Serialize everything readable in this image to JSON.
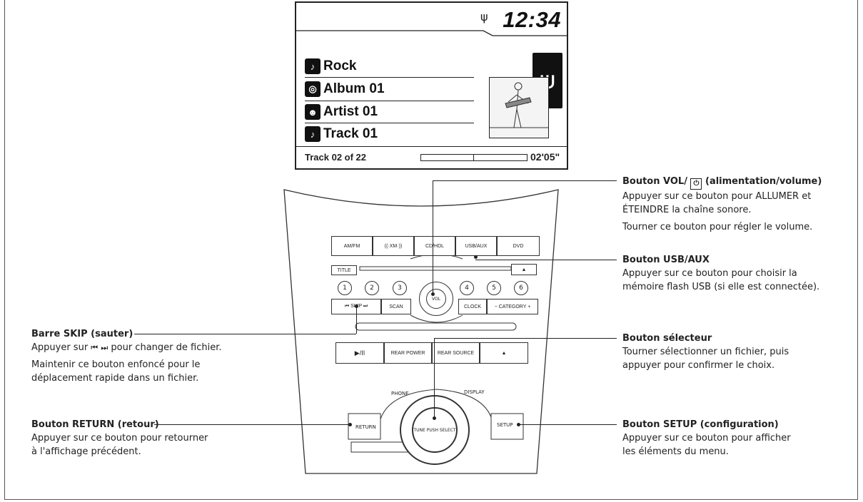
{
  "screen": {
    "clock": "12:34",
    "rows": [
      {
        "icon": "guitar-icon",
        "glyph": "♪",
        "label": "Rock"
      },
      {
        "icon": "album-icon",
        "glyph": "◎",
        "label": "Album 01"
      },
      {
        "icon": "artist-icon",
        "glyph": "☻",
        "label": "Artist 01"
      },
      {
        "icon": "music-note-icon",
        "glyph": "♪",
        "label": "Track 01"
      }
    ],
    "track_info": "Track 02 of 22",
    "track_time": "02'05\""
  },
  "console": {
    "source_buttons": [
      "AM/FM",
      "((·XM·))",
      "CD/HDL",
      "USB/AUX",
      "DVD"
    ],
    "title_label": "TITLE",
    "presets": [
      "1",
      "2",
      "3",
      "4",
      "5",
      "6"
    ],
    "skip_label": "⏮ SKIP ⏭",
    "scan_label": "SCAN",
    "clock_label": "CLOCK",
    "category_label": "− CATEGORY +",
    "vol_label": "VOL",
    "row3": [
      "▶/II",
      "REAR POWER",
      "REAR SOURCE",
      "▲"
    ],
    "phone_label": "PHONE",
    "display_label": "DISPLAY",
    "return_label": "RETURN",
    "setup_label": "SETUP",
    "tune_label": "TUNE PUSH SELECT"
  },
  "annotations": {
    "vol": {
      "title_a": "Bouton VOL/ ",
      "title_b": "(alimentation/volume)",
      "line1": "Appuyer sur ce bouton pour ALLUMER et",
      "line2": "ÉTEINDRE la chaîne sonore.",
      "line3": "Tourner ce bouton pour régler le volume."
    },
    "usb": {
      "title": "Bouton USB/AUX",
      "line1": "Appuyer sur ce bouton pour choisir la",
      "line2": "mémoire flash USB (si elle est connectée)."
    },
    "skip": {
      "title": "Barre SKIP (sauter)",
      "line1a": "Appuyer sur ",
      "line1b": " pour changer de fichier.",
      "line2": "Maintenir ce bouton enfoncé pour le",
      "line3": "déplacement rapide dans un fichier."
    },
    "selector": {
      "title": "Bouton sélecteur",
      "line1": "Tourner sélectionner un fichier, puis",
      "line2": "appuyer pour confirmer le choix."
    },
    "return": {
      "title": "Bouton RETURN (retour)",
      "line1": "Appuyer sur ce bouton pour retourner",
      "line2": "à l'affichage précédent."
    },
    "setup": {
      "title": "Bouton SETUP (configuration)",
      "line1": "Appuyer sur ce bouton pour afficher",
      "line2": "les éléments du menu."
    }
  }
}
